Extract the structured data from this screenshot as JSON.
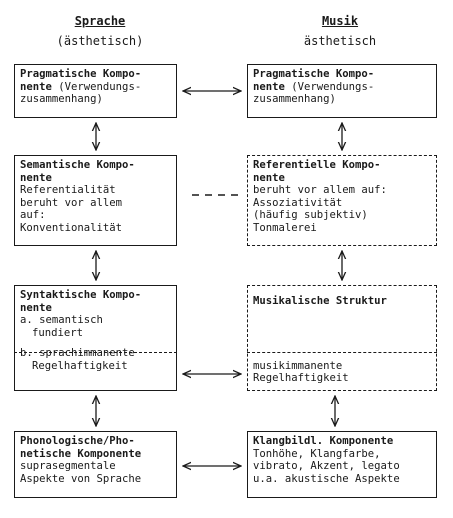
{
  "headers": {
    "sprache_title": "Sprache",
    "sprache_sub": "(ästhetisch)",
    "musik_title": "Musik",
    "musik_sub": "ästhetisch"
  },
  "sprache": {
    "pragmatic": {
      "title_1": "Pragmatische Kompo-",
      "title_2": "nente",
      "text_2": "(Verwendungs-",
      "text_3": "zusammenhang)"
    },
    "semantic": {
      "title_1": "Semantische Kompo-",
      "title_2": "nente",
      "text_1": "Referentialität",
      "text_2": "beruht vor allem",
      "text_3": "auf:",
      "text_4": "Konventionalität"
    },
    "syntactic": {
      "title_1": "Syntaktische Kompo-",
      "title_2": "nente",
      "a_1": "a. semantisch",
      "a_2": "fundiert",
      "b_1": "b. sprachimmanente",
      "b_2": "Regelhaftigkeit"
    },
    "phonological": {
      "title_1": "Phonologische/Pho-",
      "title_2": "netische Komponente",
      "text_1": "suprasegmentale",
      "text_2": "Aspekte von Sprache"
    }
  },
  "musik": {
    "pragmatic": {
      "title_1": "Pragmatische Kompo-",
      "title_2": "nente",
      "text_2": "(Verwendungs-",
      "text_3": "zusammenhang)"
    },
    "referential": {
      "title_1": "Referentielle Kompo-",
      "title_2": "nente",
      "text_1": "beruht vor allem auf:",
      "text_2": "Assoziativität",
      "text_3": "(häufig subjektiv)",
      "text_4": "Tonmalerei"
    },
    "structure": {
      "title": "Musikalische Struktur",
      "text_1": "musikimmanente",
      "text_2": "Regelhaftigkeit"
    },
    "sound": {
      "title": "Klangbildl. Komponente",
      "text_1": "Tonhöhe, Klangfarbe,",
      "text_2": "vibrato, Akzent, legato",
      "text_3": "u.a. akustische Aspekte"
    }
  }
}
